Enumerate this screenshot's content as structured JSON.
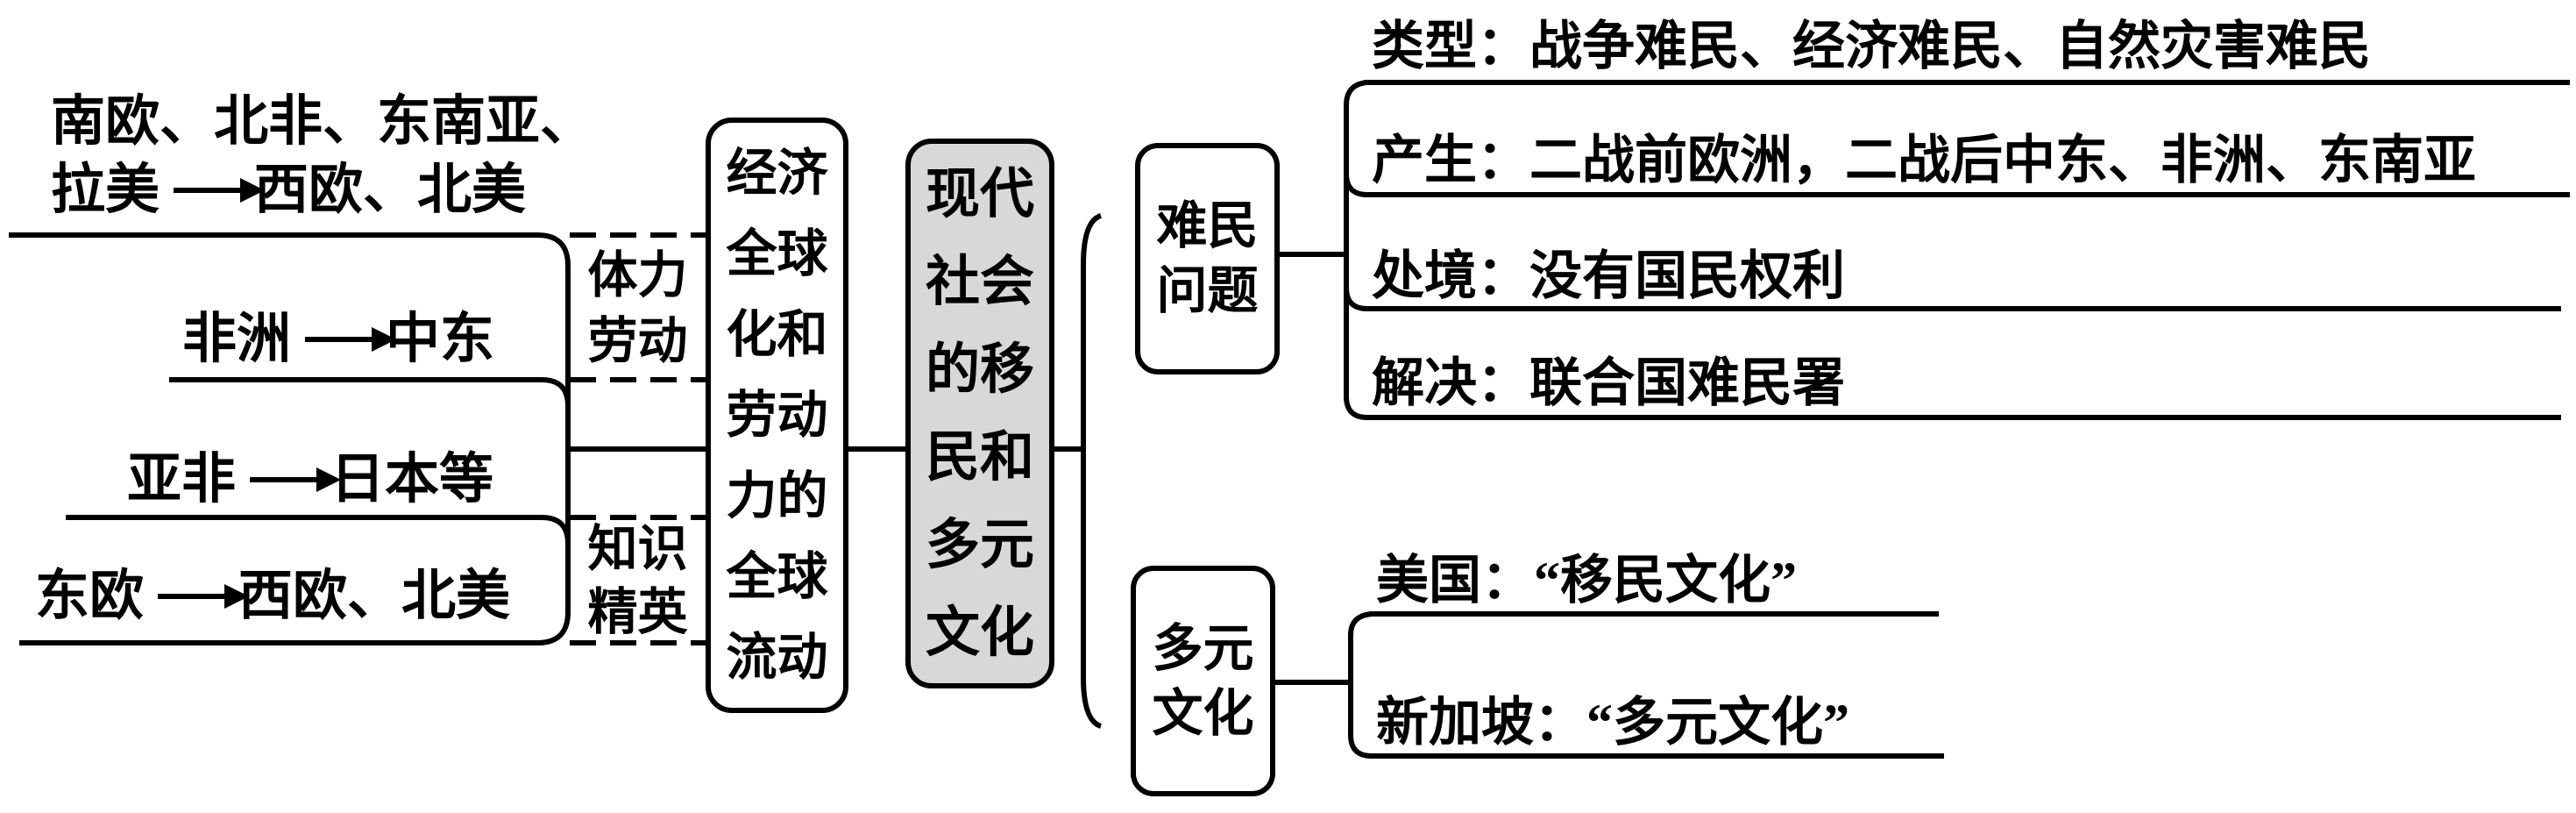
{
  "diagram_title": "现代社会的移民和多元文化",
  "flows": {
    "flow1": {
      "line1": "南欧、北非、东南亚、",
      "from2": "拉美",
      "to": "西欧、北美"
    },
    "flow2": {
      "from": "非洲",
      "to": "中东"
    },
    "flow3": {
      "from": "亚非",
      "to": "日本等"
    },
    "flow4": {
      "from": "东欧",
      "to": "西欧、北美"
    }
  },
  "labor_groups": {
    "manual": "体力劳动",
    "elite": "知识精英"
  },
  "stage1_box": {
    "text": "经济全球化和劳动力的全球流动"
  },
  "center_box": {
    "text": "现代社会的移民和多元文化"
  },
  "branches": {
    "refugee": {
      "title": "难民问题",
      "items": [
        "类型：战争难民、经济难民、自然灾害难民",
        "产生：二战前欧洲，二战后中东、非洲、东南亚",
        "处境：没有国民权利",
        "解决：联合国难民署"
      ]
    },
    "multiculture": {
      "title": "多元文化",
      "items": [
        "美国：“移民文化”",
        "新加坡：“多元文化”"
      ]
    }
  },
  "colors": {
    "line": "#000000",
    "text": "#000000",
    "center_box_fill": "#d8d8d8",
    "box_fill": "#ffffff",
    "background": "#ffffff"
  }
}
